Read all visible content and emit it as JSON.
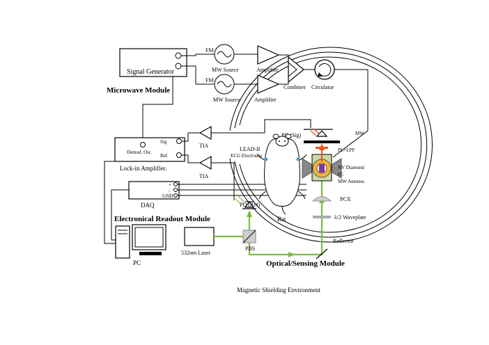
{
  "labels": {
    "signal_generator": "Signal Generator",
    "fm1": "FM",
    "fm2": "FM",
    "mw_source1": "MW Source",
    "mw_source2": "MW Source",
    "amplifier1": "Amplifier",
    "amplifier2": "Amplifier",
    "combiner": "Combiner",
    "circulator": "Circulator",
    "microwave_module": "Microwave Module",
    "sig": "Sig",
    "demod": "Demod. Osc.",
    "ref": "Ref.",
    "lockin": "Lock-in Amplifier.",
    "tia1": "TIA",
    "tia2": "TIA",
    "daq_plus": "+",
    "daq_minus": "-",
    "daq_gnd": "GND",
    "daq": "DAQ",
    "electronical_readout_module": "Electronical Readout Module",
    "pc": "PC",
    "laser": "532nm Laser",
    "pbs": "PBS",
    "pd_ref": "PD (Ref)",
    "pd_sig": "PD (Sig)",
    "lead_ii": "LEAD-II",
    "ecg_electrodes": "ECG Electrodes",
    "rat": "Rat",
    "mw": "MW",
    "pl_lpf": "PL+LPF",
    "nv_diamond": "NV Diamond",
    "fc": "FC",
    "mw_antenna": "MW Antenna",
    "pcx": "PCX",
    "waveplate": "λ/2 Waveplate",
    "reflector": "Reflector",
    "optical_sensing_module": "Optical/Sensing Module",
    "magnetic_shielding": "Magnetic Shielding Environment"
  },
  "colors": {
    "laser_beam": "#7dbb3f",
    "pl_arrow": "#e8541e",
    "diamond": "#7d3c98",
    "antenna_fill": "#f2b233",
    "mount_fill": "#c9d9a8"
  }
}
